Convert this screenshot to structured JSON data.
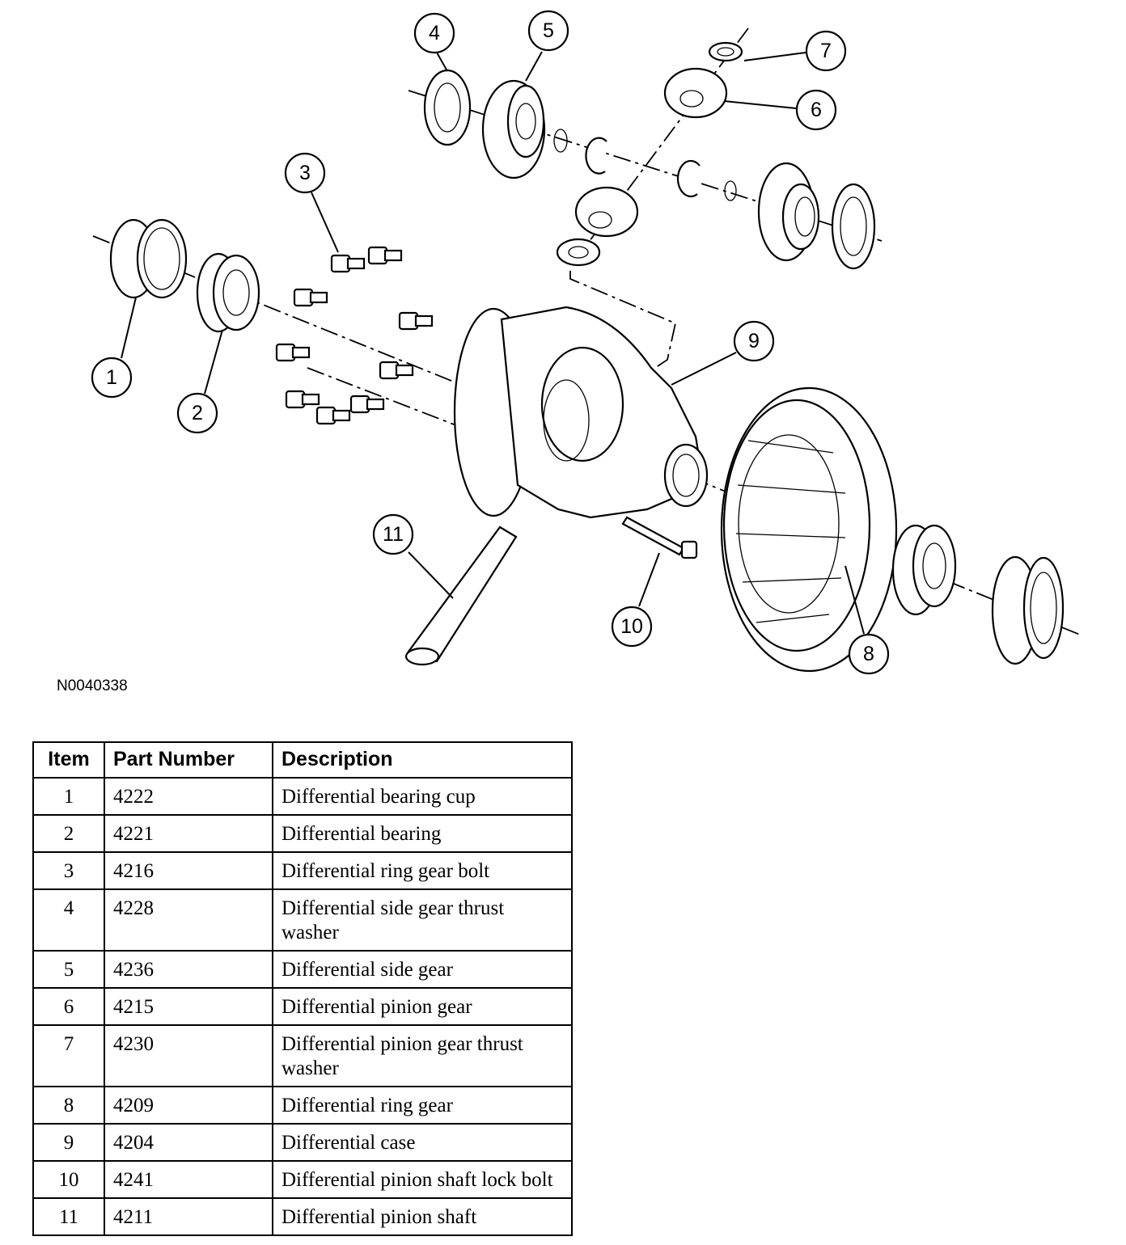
{
  "figure_id": "N0040338",
  "callouts": [
    "1",
    "2",
    "3",
    "4",
    "5",
    "6",
    "7",
    "8",
    "9",
    "10",
    "11"
  ],
  "table": {
    "headers": {
      "item": "Item",
      "part": "Part Number",
      "desc": "Description"
    },
    "rows": [
      {
        "item": "1",
        "part": "4222",
        "desc": "Differential bearing cup"
      },
      {
        "item": "2",
        "part": "4221",
        "desc": "Differential bearing"
      },
      {
        "item": "3",
        "part": "4216",
        "desc": "Differential ring gear bolt"
      },
      {
        "item": "4",
        "part": "4228",
        "desc": "Differential side gear thrust washer"
      },
      {
        "item": "5",
        "part": "4236",
        "desc": "Differential side gear"
      },
      {
        "item": "6",
        "part": "4215",
        "desc": "Differential pinion gear"
      },
      {
        "item": "7",
        "part": "4230",
        "desc": "Differential pinion gear thrust washer"
      },
      {
        "item": "8",
        "part": "4209",
        "desc": "Differential ring gear"
      },
      {
        "item": "9",
        "part": "4204",
        "desc": "Differential case"
      },
      {
        "item": "10",
        "part": "4241",
        "desc": "Differential pinion shaft lock bolt"
      },
      {
        "item": "11",
        "part": "4211",
        "desc": "Differential pinion shaft"
      }
    ]
  }
}
